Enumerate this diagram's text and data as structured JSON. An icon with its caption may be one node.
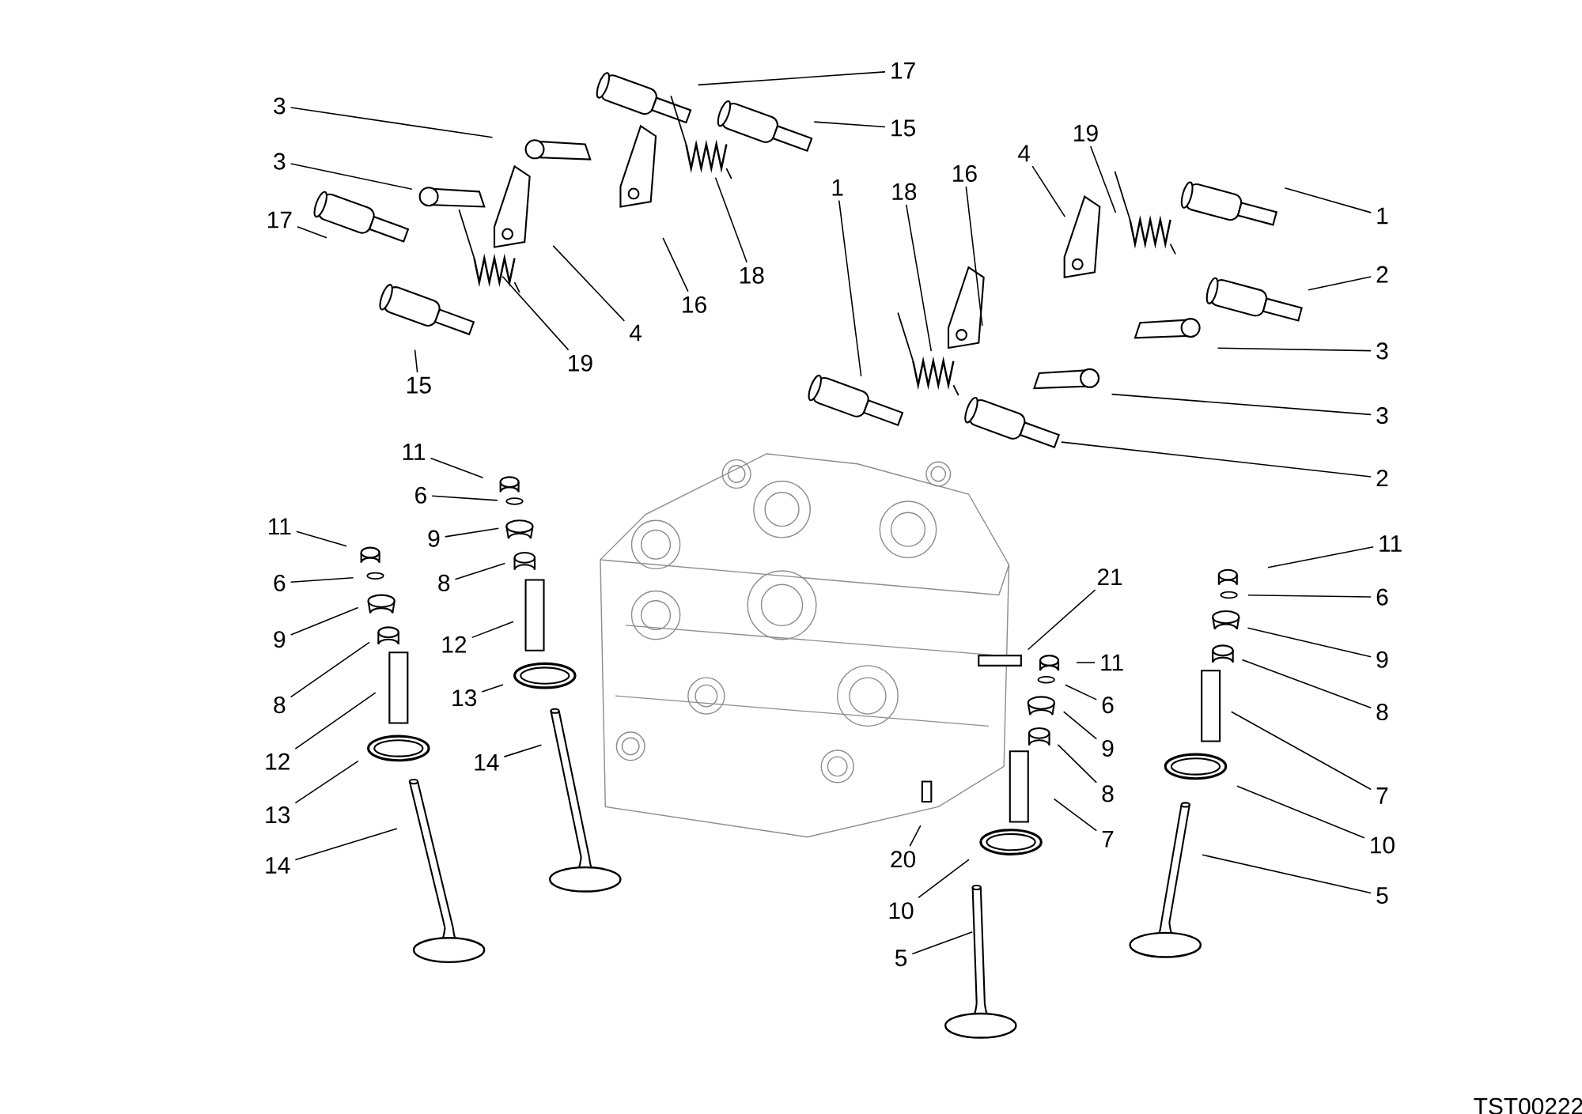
{
  "diagram": {
    "nodes": [
      {
        "text": [
          "17"
        ]
      },
      {
        "text": [
          "15"
        ]
      },
      {
        "text": [
          "3"
        ]
      },
      {
        "text": [
          "3"
        ]
      },
      {
        "text": [
          "17"
        ]
      },
      {
        "text": [
          "16"
        ]
      },
      {
        "text": [
          "18"
        ]
      },
      {
        "text": [
          "4"
        ]
      },
      {
        "text": [
          "19"
        ]
      },
      {
        "text": [
          "15"
        ]
      },
      {
        "text": [
          "1"
        ]
      },
      {
        "text": [
          "18"
        ]
      },
      {
        "text": [
          "16"
        ]
      },
      {
        "text": [
          "4"
        ]
      },
      {
        "text": [
          "19"
        ]
      },
      {
        "text": [
          "1"
        ]
      },
      {
        "text": [
          "2"
        ]
      },
      {
        "text": [
          "3"
        ]
      },
      {
        "text": [
          "3"
        ]
      },
      {
        "text": [
          "2"
        ]
      },
      {
        "text": [
          "11"
        ]
      },
      {
        "text": [
          "6"
        ]
      },
      {
        "text": [
          "9"
        ]
      },
      {
        "text": [
          "8"
        ]
      },
      {
        "text": [
          "12"
        ]
      },
      {
        "text": [
          "13"
        ]
      },
      {
        "text": [
          "14"
        ]
      },
      {
        "text": [
          "11"
        ]
      },
      {
        "text": [
          "6"
        ]
      },
      {
        "text": [
          "9"
        ]
      },
      {
        "text": [
          "8"
        ]
      },
      {
        "text": [
          "12"
        ]
      },
      {
        "text": [
          "13"
        ]
      },
      {
        "text": [
          "14"
        ]
      },
      {
        "text": [
          "21"
        ]
      },
      {
        "text": [
          "11"
        ]
      },
      {
        "text": [
          "6"
        ]
      },
      {
        "text": [
          "9"
        ]
      },
      {
        "text": [
          "8"
        ]
      },
      {
        "text": [
          "7"
        ]
      },
      {
        "text": [
          "20"
        ]
      },
      {
        "text": [
          "10"
        ]
      },
      {
        "text": [
          "5"
        ]
      },
      {
        "text": [
          "11"
        ]
      },
      {
        "text": [
          "6"
        ]
      },
      {
        "text": [
          "9"
        ]
      },
      {
        "text": [
          "8"
        ]
      },
      {
        "text": [
          "7"
        ]
      },
      {
        "text": [
          "10"
        ]
      },
      {
        "text": [
          "5"
        ]
      }
    ],
    "edges": [
      {
        "from": 0,
        "to": null,
        "arrow": "none"
      },
      {
        "from": 1,
        "to": null,
        "arrow": "none"
      },
      {
        "from": 2,
        "to": null,
        "arrow": "none"
      },
      {
        "from": 3,
        "to": null,
        "arrow": "none"
      },
      {
        "from": 4,
        "to": null,
        "arrow": "none"
      },
      {
        "from": 5,
        "to": null,
        "arrow": "none"
      },
      {
        "from": 6,
        "to": null,
        "arrow": "none"
      },
      {
        "from": 7,
        "to": null,
        "arrow": "none"
      },
      {
        "from": 8,
        "to": null,
        "arrow": "none"
      },
      {
        "from": 9,
        "to": null,
        "arrow": "none"
      },
      {
        "from": 10,
        "to": null,
        "arrow": "none"
      },
      {
        "from": 11,
        "to": null,
        "arrow": "none"
      },
      {
        "from": 12,
        "to": null,
        "arrow": "none"
      },
      {
        "from": 13,
        "to": null,
        "arrow": "none"
      },
      {
        "from": 14,
        "to": null,
        "arrow": "none"
      },
      {
        "from": 15,
        "to": null,
        "arrow": "none"
      },
      {
        "from": 16,
        "to": null,
        "arrow": "none"
      },
      {
        "from": 17,
        "to": null,
        "arrow": "none"
      },
      {
        "from": 18,
        "to": null,
        "arrow": "none"
      },
      {
        "from": 19,
        "to": null,
        "arrow": "none"
      },
      {
        "from": 20,
        "to": null,
        "arrow": "none"
      },
      {
        "from": 21,
        "to": null,
        "arrow": "none"
      },
      {
        "from": 22,
        "to": null,
        "arrow": "none"
      },
      {
        "from": 23,
        "to": null,
        "arrow": "none"
      },
      {
        "from": 24,
        "to": null,
        "arrow": "none"
      },
      {
        "from": 25,
        "to": null,
        "arrow": "none"
      },
      {
        "from": 26,
        "to": null,
        "arrow": "none"
      },
      {
        "from": 27,
        "to": null,
        "arrow": "none"
      },
      {
        "from": 28,
        "to": null,
        "arrow": "none"
      },
      {
        "from": 29,
        "to": null,
        "arrow": "none"
      },
      {
        "from": 30,
        "to": null,
        "arrow": "none"
      },
      {
        "from": 31,
        "to": null,
        "arrow": "none"
      },
      {
        "from": 32,
        "to": null,
        "arrow": "none"
      },
      {
        "from": 33,
        "to": null,
        "arrow": "none"
      },
      {
        "from": 34,
        "to": null,
        "arrow": "none"
      },
      {
        "from": 35,
        "to": null,
        "arrow": "none"
      },
      {
        "from": 36,
        "to": null,
        "arrow": "none"
      },
      {
        "from": 37,
        "to": null,
        "arrow": "none"
      },
      {
        "from": 38,
        "to": null,
        "arrow": "none"
      },
      {
        "from": 39,
        "to": null,
        "arrow": "none"
      },
      {
        "from": 40,
        "to": null,
        "arrow": "none"
      },
      {
        "from": 41,
        "to": null,
        "arrow": "none"
      },
      {
        "from": 42,
        "to": null,
        "arrow": "none"
      },
      {
        "from": 43,
        "to": null,
        "arrow": "none"
      },
      {
        "from": 44,
        "to": null,
        "arrow": "none"
      },
      {
        "from": 45,
        "to": null,
        "arrow": "none"
      },
      {
        "from": 46,
        "to": null,
        "arrow": "none"
      },
      {
        "from": 47,
        "to": null,
        "arrow": "none"
      },
      {
        "from": 48,
        "to": null,
        "arrow": "none"
      },
      {
        "from": 49,
        "to": null,
        "arrow": "none"
      }
    ],
    "labels": [
      "TST00222"
    ]
  }
}
